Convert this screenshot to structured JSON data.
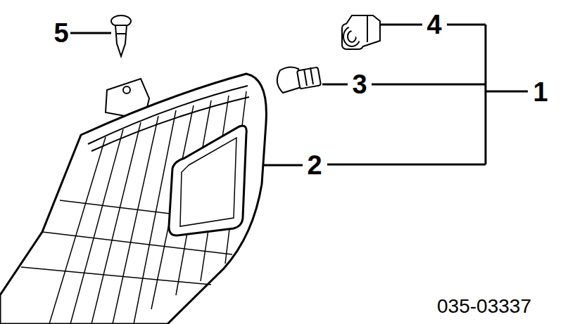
{
  "diagram": {
    "labels": [
      "5",
      "4",
      "3",
      "1",
      "2",
      "035-03337"
    ]
  }
}
